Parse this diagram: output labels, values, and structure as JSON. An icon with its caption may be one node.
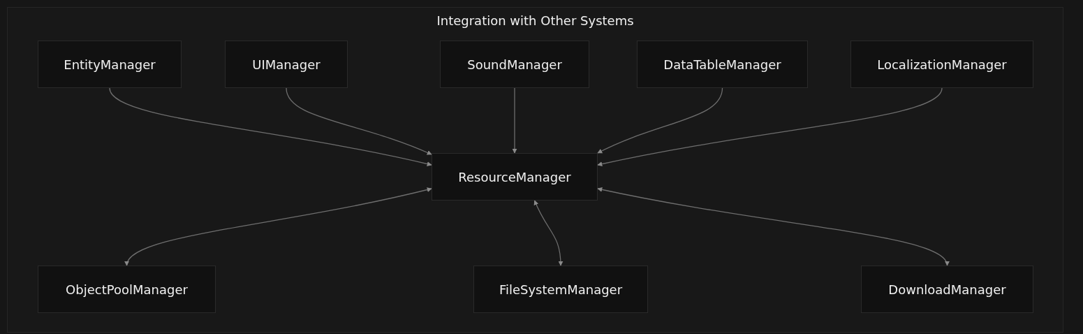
{
  "diagram": {
    "nodes": [
      {
        "text": [
          "Integration with Other Systems"
        ]
      },
      {
        "text": [
          "EntityManager"
        ],
        "in": 0
      },
      {
        "text": [
          "UIManager"
        ],
        "in": 0
      },
      {
        "text": [
          "SoundManager"
        ],
        "in": 0
      },
      {
        "text": [
          "DataTableManager"
        ],
        "in": 0
      },
      {
        "text": [
          "LocalizationManager"
        ],
        "in": 0
      },
      {
        "text": [
          "ResourceManager"
        ],
        "in": 0
      },
      {
        "text": [
          "ObjectPoolManager"
        ],
        "in": 0
      },
      {
        "text": [
          "FileSystemManager"
        ],
        "in": 0
      },
      {
        "text": [
          "DownloadManager"
        ],
        "in": 0
      }
    ],
    "edges": [
      {
        "from": 1,
        "to": 6,
        "arrow": "to"
      },
      {
        "from": 2,
        "to": 6,
        "arrow": "to"
      },
      {
        "from": 3,
        "to": 6,
        "arrow": "to"
      },
      {
        "from": 4,
        "to": 6,
        "arrow": "to"
      },
      {
        "from": 5,
        "to": 6,
        "arrow": "to"
      },
      {
        "from": 6,
        "to": 7,
        "arrow": "both"
      },
      {
        "from": 6,
        "to": 8,
        "arrow": "both"
      },
      {
        "from": 6,
        "to": 9,
        "arrow": "both"
      }
    ]
  }
}
